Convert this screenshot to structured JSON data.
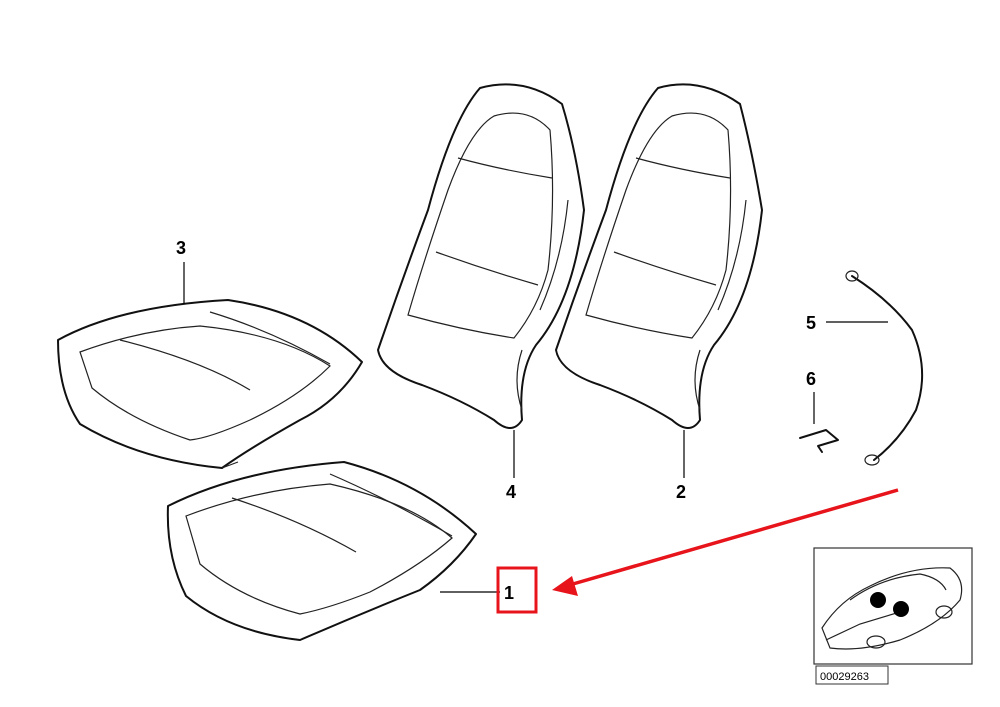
{
  "callouts": {
    "c1": "1",
    "c2": "2",
    "c3": "3",
    "c4": "4",
    "c5": "5",
    "c6": "6"
  },
  "inset": {
    "reference_number": "00029263"
  },
  "colors": {
    "highlight": "#e8141b",
    "line": "#111111",
    "background": "#ffffff"
  }
}
